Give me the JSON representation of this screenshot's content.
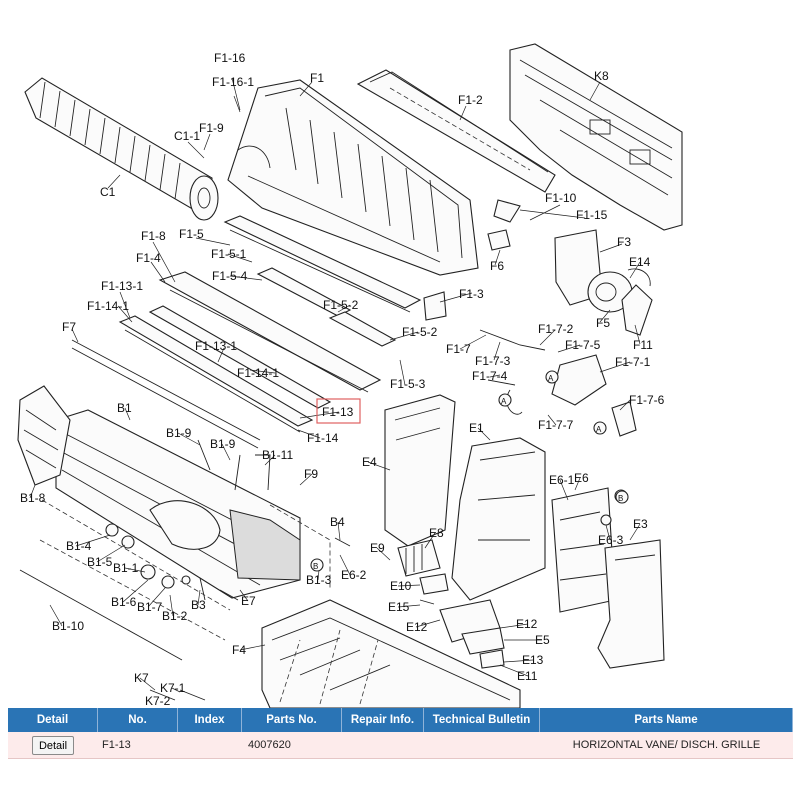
{
  "callouts": {
    "f1_16": "F1-16",
    "f1_16_1": "F1-16-1",
    "f1": "F1",
    "f1_2": "F1-2",
    "k8": "K8",
    "f1_9": "F1-9",
    "c1_1": "C1-1",
    "c1": "C1",
    "f1_10": "F1-10",
    "f1_15": "F1-15",
    "f1_8": "F1-8",
    "f1_5": "F1-5",
    "f1_5_1": "F1-5-1",
    "f1_4": "F1-4",
    "f1_5_4": "F1-5-4",
    "f3": "F3",
    "f6": "F6",
    "e14": "E14",
    "f1_13_1a": "F1-13-1",
    "f1_14_1a": "F1-14-1",
    "f1_5_2a": "F1-5-2",
    "f1_3": "F1-3",
    "f5": "F5",
    "f11": "F11",
    "f7": "F7",
    "f1_5_2b": "F1-5-2",
    "f1_7_2": "F1-7-2",
    "f1_13_1b": "F1-13-1",
    "f1_7": "F1-7",
    "f1_7_5": "F1-7-5",
    "f1_7_3": "F1-7-3",
    "f1_7_1": "F1-7-1",
    "f1_14_1b": "F1-14-1",
    "f1_7_4": "F1-7-4",
    "f1_5_3": "F1-5-3",
    "f1_7_6": "F1-7-6",
    "b1": "B1",
    "f1_13": "F1-13",
    "f1_14": "F1-14",
    "f1_7_7": "F1-7-7",
    "e1": "E1",
    "b1_9a": "B1-9",
    "b1_9b": "B1-9",
    "b1_11": "B1-11",
    "e4": "E4",
    "f9": "F9",
    "e6_1": "E6-1",
    "e6": "E6",
    "b1_8": "B1-8",
    "b4": "B4",
    "e8": "E8",
    "e6_3": "E6-3",
    "e3": "E3",
    "b1_4": "B1-4",
    "b1_5": "B1-5",
    "e9": "E9",
    "e6_2": "E6-2",
    "b1_1": "B1-1",
    "b1_3": "B1-3",
    "e10": "E10",
    "b1_6": "B1-6",
    "b1_7": "B1-7",
    "b1_2": "B1-2",
    "b3": "B3",
    "e7": "E7",
    "e15": "E15",
    "b1_10": "B1-10",
    "e12a": "E12",
    "e12b": "E12",
    "e5": "E5",
    "f4": "F4",
    "e13": "E13",
    "k7": "K7",
    "e11": "E11",
    "k7_1": "K7-1",
    "k7_2": "K7-2",
    "circle_a": "A",
    "circle_b": "B"
  },
  "table": {
    "headers": [
      "Detail",
      "No.",
      "Index",
      "Parts No.",
      "Repair Info.",
      "Technical Bulletin",
      "Parts Name"
    ],
    "rows": [
      {
        "detail_button": "Detail",
        "no": "F1-13",
        "index": "",
        "parts_no": "4007620",
        "repair_info": "",
        "technical_bulletin": "",
        "parts_name": "HORIZONTAL VANE/ DISCH. GRILLE"
      }
    ]
  }
}
